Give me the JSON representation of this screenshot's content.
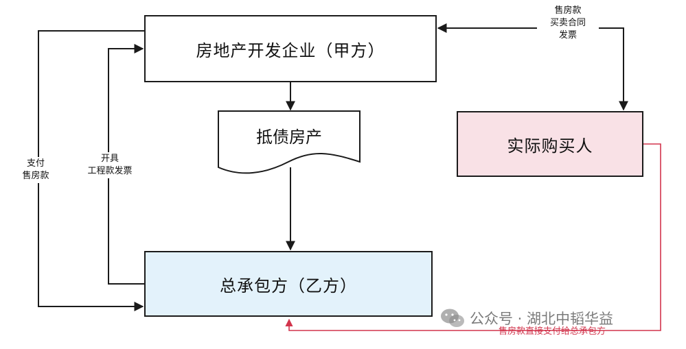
{
  "nodes": {
    "developer": "房地产开发企业（甲方）",
    "offset_property": "抵债房产",
    "contractor": "总承包方（乙方）",
    "actual_buyer": "实际购买人"
  },
  "edges": {
    "pay_sale_funds": [
      "支付",
      "售房款"
    ],
    "issue_invoice": [
      "开具",
      "工程款发票"
    ],
    "buyer_exchange": [
      "售房款",
      "买卖合同",
      "发票"
    ],
    "direct_payment": "售房款直接支付给总承包方"
  },
  "watermark": {
    "text": "公众号 · 湖北中韬华益"
  },
  "colors": {
    "line": "#1a1a1a",
    "red_line": "#d2344c",
    "contractor_fill": "#e3f2fb",
    "buyer_fill": "#f9e1e6"
  }
}
